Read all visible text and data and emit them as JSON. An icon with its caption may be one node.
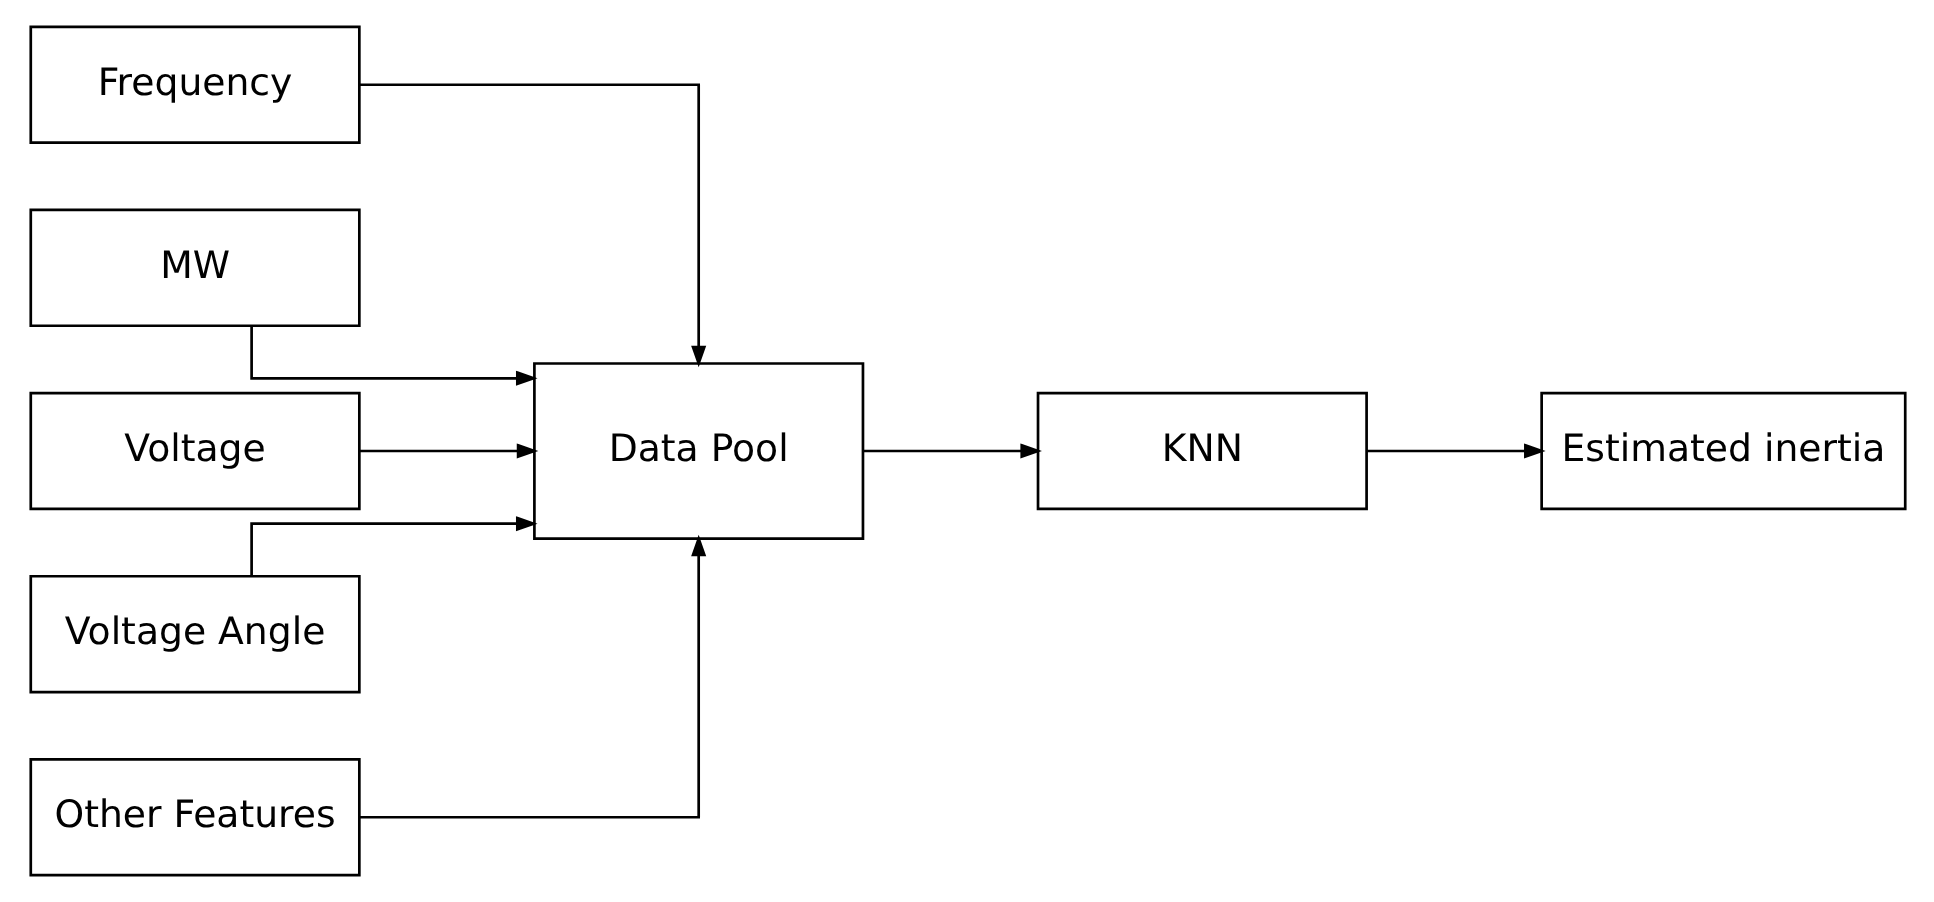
{
  "diagram": {
    "nodes": [
      {
        "text": [
          "Frequency"
        ]
      },
      {
        "text": [
          "MW"
        ]
      },
      {
        "text": [
          "Voltage"
        ]
      },
      {
        "text": [
          "Voltage Angle"
        ]
      },
      {
        "text": [
          "Other Features"
        ]
      },
      {
        "text": [
          "Data Pool"
        ]
      },
      {
        "text": [
          "KNN"
        ]
      },
      {
        "text": [
          "Estimated inertia"
        ]
      }
    ],
    "edges": [
      {
        "from": 0,
        "to": 5,
        "arrow": "to"
      },
      {
        "from": 1,
        "to": 5,
        "arrow": "to"
      },
      {
        "from": 2,
        "to": 5,
        "arrow": "to"
      },
      {
        "from": 3,
        "to": 5,
        "arrow": "to"
      },
      {
        "from": 4,
        "to": 5,
        "arrow": "to"
      },
      {
        "from": 5,
        "to": 6,
        "arrow": "to"
      },
      {
        "from": 6,
        "to": 7,
        "arrow": "to"
      }
    ]
  }
}
